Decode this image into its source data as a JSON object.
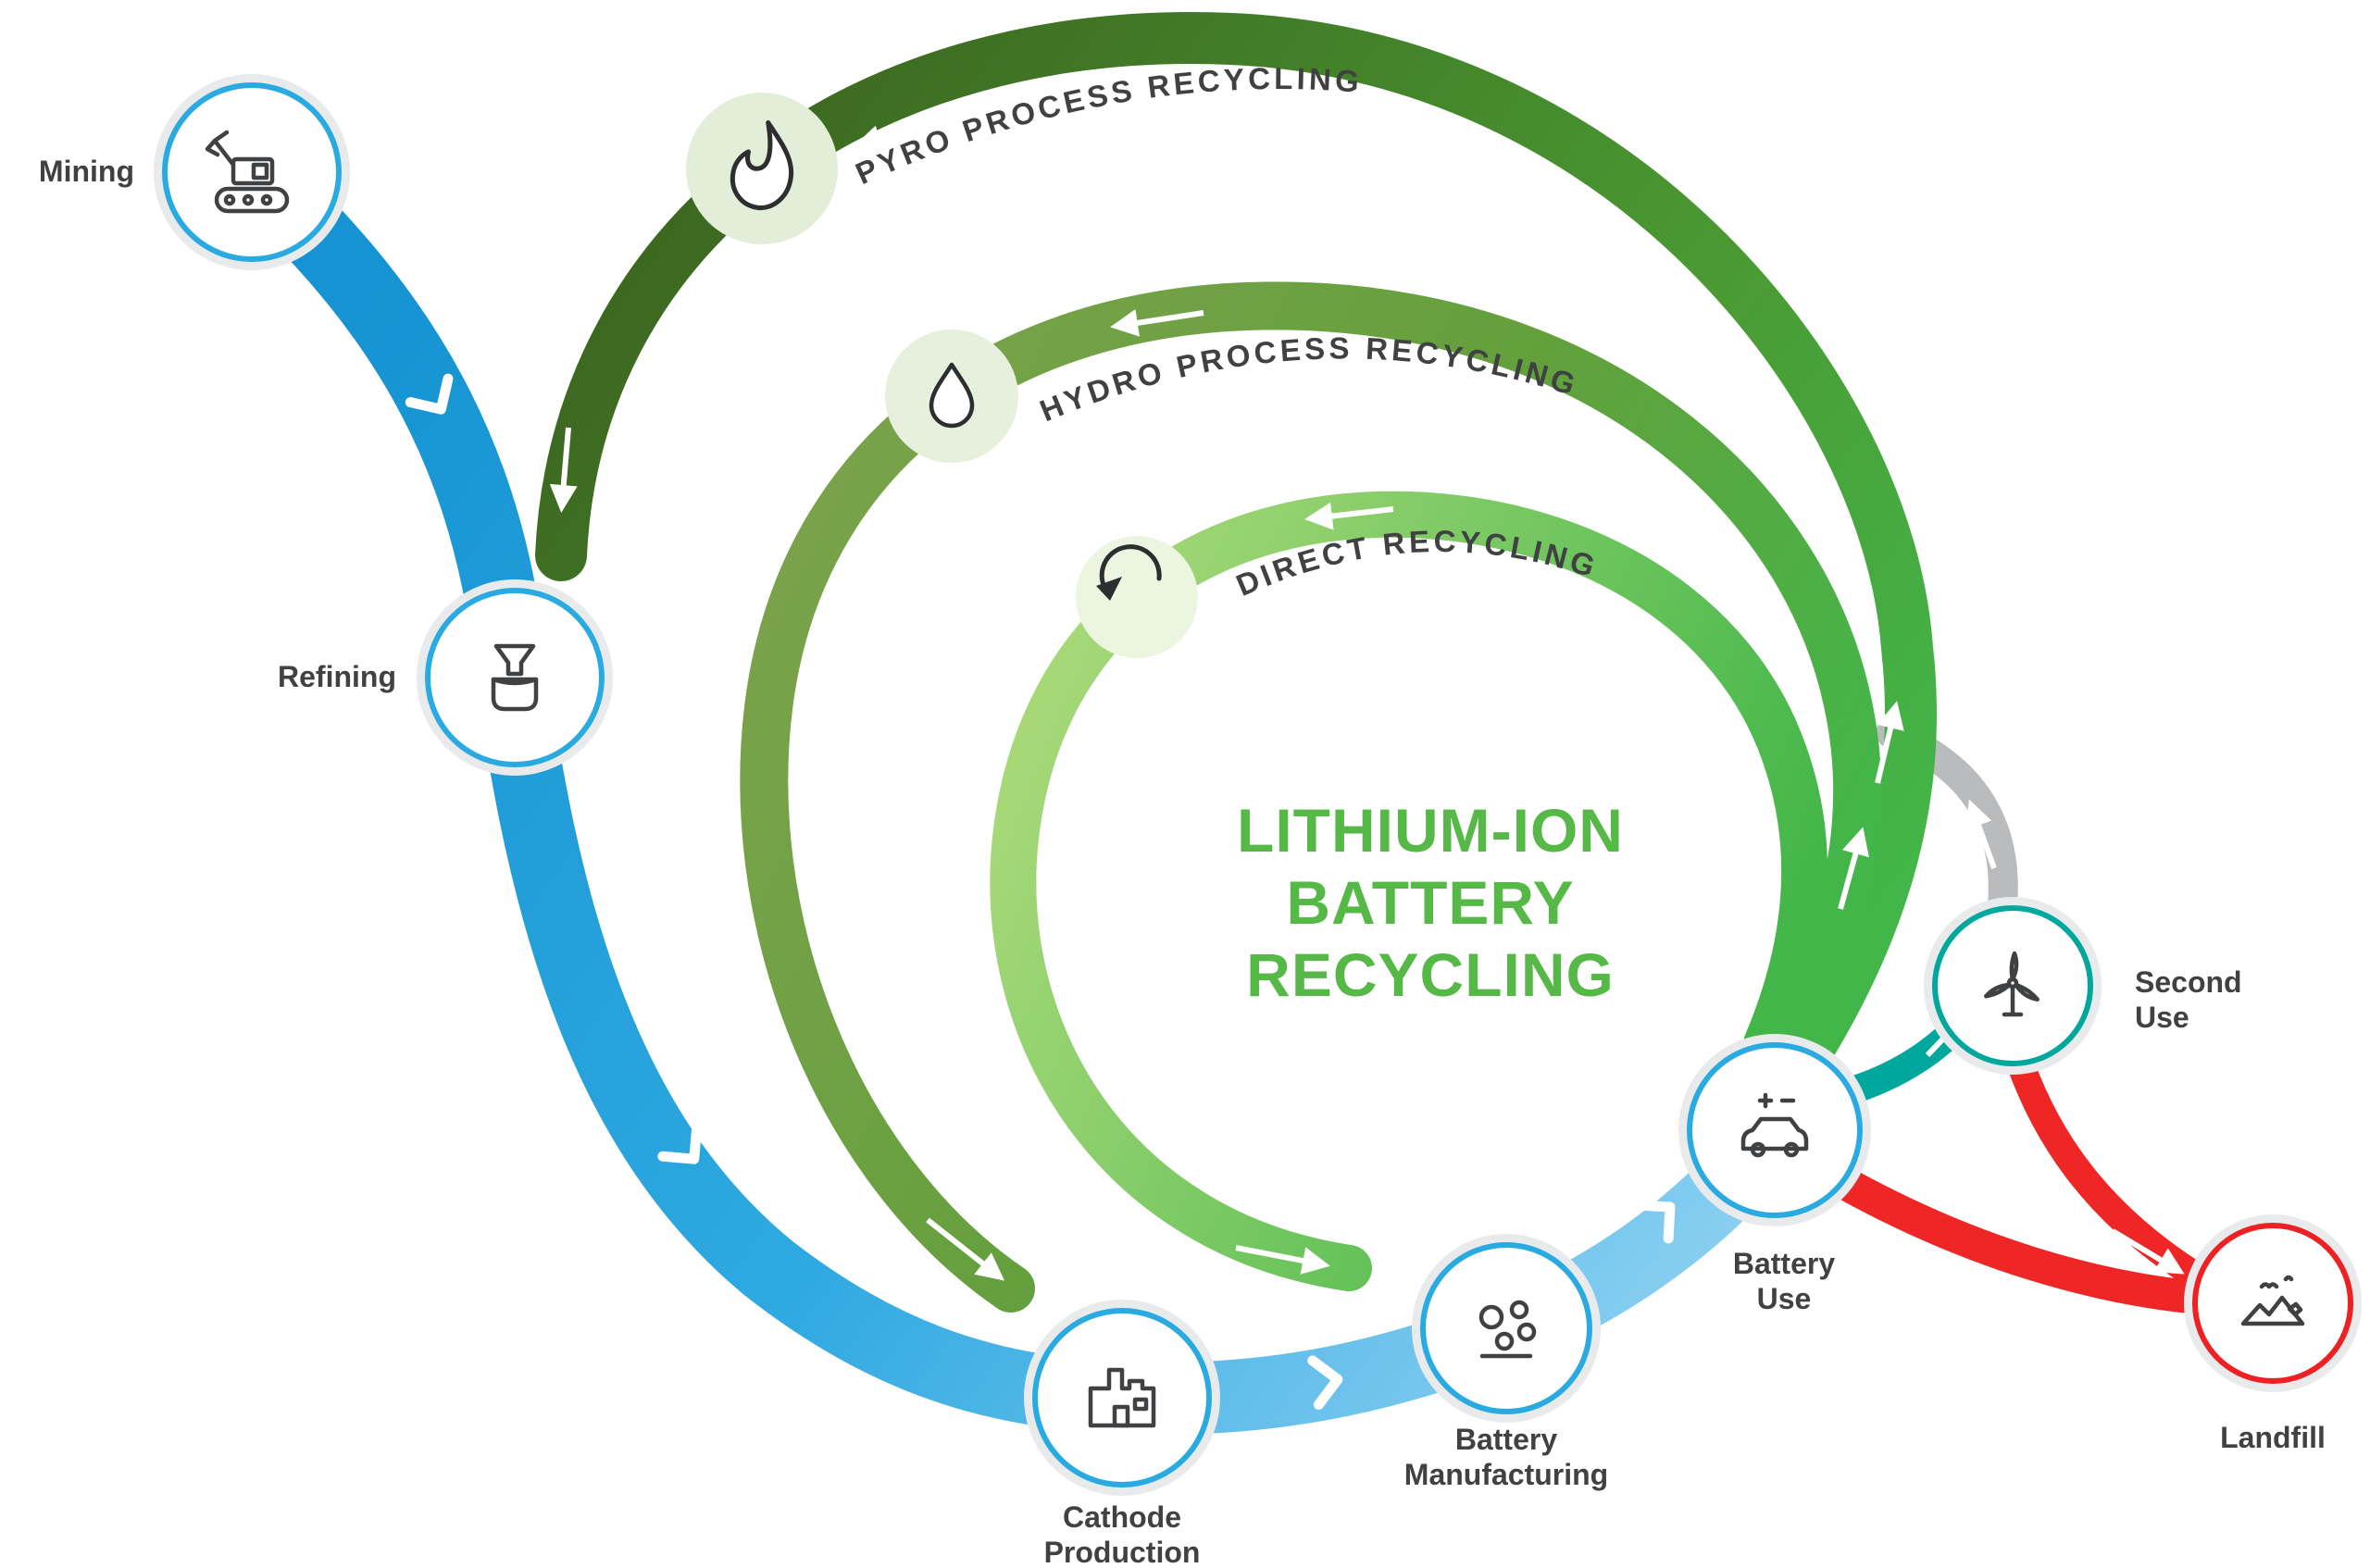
{
  "title": {
    "line1": "LITHIUM-ION",
    "line2": "BATTERY",
    "line3": "RECYCLING"
  },
  "nodes": {
    "mining": {
      "label": "Mining"
    },
    "refining": {
      "label": "Refining"
    },
    "cathode": {
      "label1": "Cathode",
      "label2": "Production"
    },
    "battery_manufacturing": {
      "label1": "Battery",
      "label2": "Manufacturing"
    },
    "battery_use": {
      "label1": "Battery",
      "label2": "Use"
    },
    "second_use": {
      "label1": "Second",
      "label2": "Use"
    },
    "landfill": {
      "label": "Landfill"
    }
  },
  "loops": {
    "pyro": {
      "label": "PYRO PROCESS RECYCLING"
    },
    "hydro": {
      "label": "HYDRO PROCESS RECYCLING"
    },
    "direct": {
      "label": "DIRECT RECYCLING"
    }
  },
  "icons": {
    "mining": "excavator-icon",
    "refining": "refinery-funnel-icon",
    "cathode": "factory-icon",
    "battery_manufacturing": "conveyor-rollers-icon",
    "battery_use": "car-battery-icon",
    "second_use": "wind-turbine-icon",
    "landfill": "landfill-mound-icon",
    "pyro": "flame-icon",
    "hydro": "water-drop-icon",
    "direct": "recycle-arrow-icon"
  },
  "colors": {
    "primary_blue": "#29abe2",
    "deep_blue": "#1593d2",
    "light_blue": "#8fd1f2",
    "bright_green": "#43b649",
    "dark_green": "#3c661f",
    "medium_green": "#7ba24b",
    "light_green": "#a6d878",
    "teal": "#00a79d",
    "red": "#ee2726",
    "grey_path": "#b9bbbd",
    "title_green": "#56b947",
    "label_dark": "#3f4143",
    "node_halo": "#e9eaeb"
  }
}
